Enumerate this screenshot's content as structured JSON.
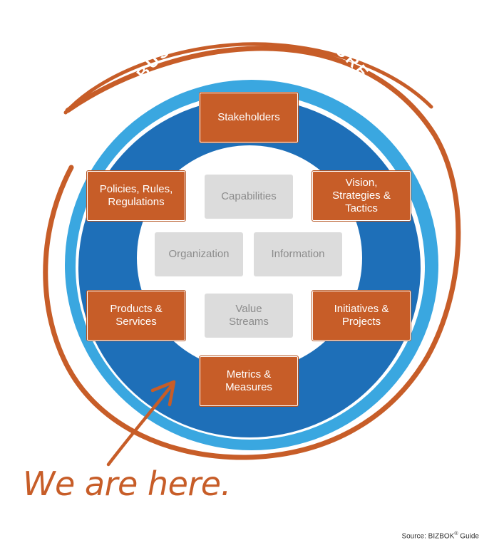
{
  "title": "BUSINESS ARCHITECTURE",
  "outer_boxes": {
    "stakeholders": "Stakeholders",
    "policies": "Policies, Rules,\nRegulations",
    "vision": "Vision,\nStrategies &\nTactics",
    "products": "Products &\nServices",
    "initiatives": "Initiatives &\nProjects",
    "metrics": "Metrics &\nMeasures"
  },
  "inner_boxes": {
    "capabilities": "Capabilities",
    "organization": "Organization",
    "information": "Information",
    "value_streams": "Value\nStreams"
  },
  "annotation": "We are here.",
  "source": {
    "prefix": "Source: BIZBOK",
    "mark": "®",
    "suffix": " Guide"
  },
  "colors": {
    "ring_blue": "#1e6fb8",
    "ring_light_blue": "#3aa7e0",
    "orange": "#c75d28",
    "inner_gray": "#dcdcdc"
  }
}
